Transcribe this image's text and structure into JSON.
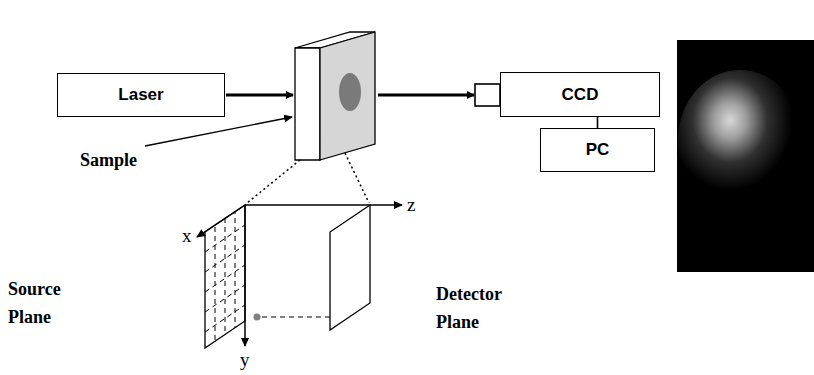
{
  "diagram": {
    "nodes": [
      {
        "text": [
          "Laser"
        ]
      },
      {
        "text": [
          "CCD"
        ]
      },
      {
        "text": [
          "PC"
        ]
      }
    ],
    "edges": [
      {
        "from": 1,
        "to": 2,
        "arrow": "none"
      }
    ],
    "labels": [
      "Sample",
      "z",
      "x",
      "y",
      "Source Plane",
      "Detector Plane"
    ]
  }
}
